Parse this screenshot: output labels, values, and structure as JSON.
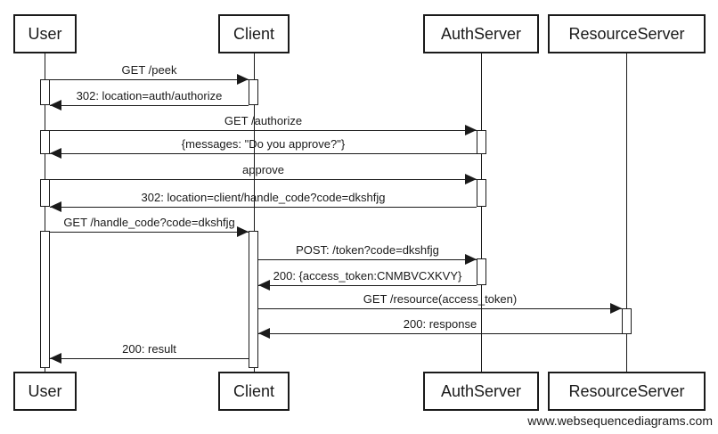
{
  "diagram": {
    "type": "sequence-diagram",
    "watermark": "www.websequencediagrams.com"
  },
  "actors": [
    {
      "name": "User"
    },
    {
      "name": "Client"
    },
    {
      "name": "AuthServer"
    },
    {
      "name": "ResourceServer"
    }
  ],
  "messages": [
    {
      "from": "User",
      "to": "Client",
      "label": "GET /peek"
    },
    {
      "from": "Client",
      "to": "User",
      "label": "302: location=auth/authorize"
    },
    {
      "from": "User",
      "to": "AuthServer",
      "label": "GET /authorize"
    },
    {
      "from": "AuthServer",
      "to": "User",
      "label": "{messages: \"Do you approve?\"}"
    },
    {
      "from": "User",
      "to": "AuthServer",
      "label": "approve"
    },
    {
      "from": "AuthServer",
      "to": "User",
      "label": "302: location=client/handle_code?code=dkshfjg"
    },
    {
      "from": "User",
      "to": "Client",
      "label": "GET /handle_code?code=dkshfjg"
    },
    {
      "from": "Client",
      "to": "AuthServer",
      "label": "POST: /token?code=dkshfjg"
    },
    {
      "from": "AuthServer",
      "to": "Client",
      "label": "200: {access_token:CNMBVCXKVY}"
    },
    {
      "from": "Client",
      "to": "ResourceServer",
      "label": "GET /resource(access_token)"
    },
    {
      "from": "ResourceServer",
      "to": "Client",
      "label": "200: response"
    },
    {
      "from": "Client",
      "to": "User",
      "label": "200: result"
    }
  ]
}
